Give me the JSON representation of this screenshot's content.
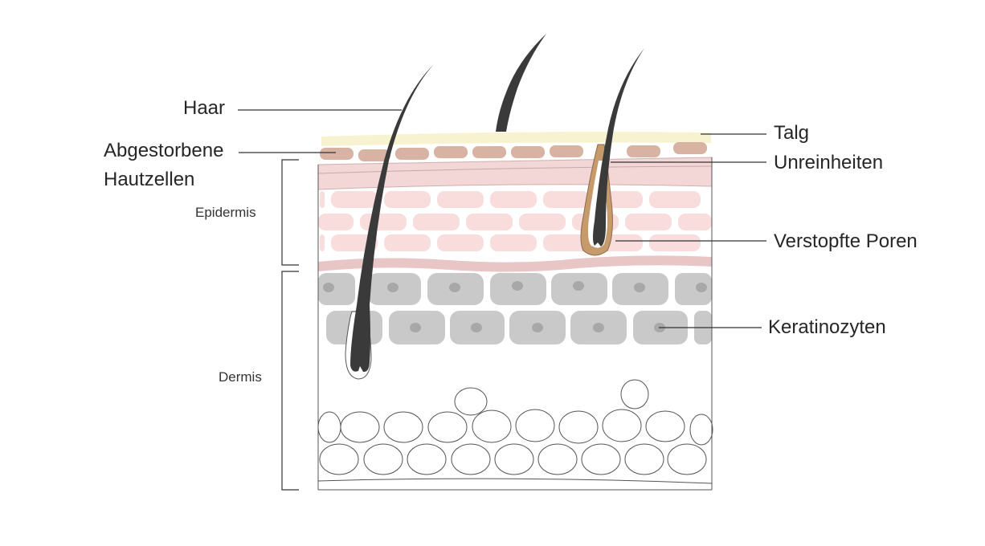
{
  "labels": {
    "hair": "Haar",
    "dead_cells_line1": "Abgestorbene",
    "dead_cells_line2": "Hautzellen",
    "epidermis": "Epidermis",
    "dermis": "Dermis",
    "sebum": "Talg",
    "impurities": "Unreinheiten",
    "clogged_pores": "Verstopfte Poren",
    "keratinocytes": "Keratinozyten"
  },
  "colors": {
    "hair": "#3a3a3a",
    "sebum": "#f7f3d0",
    "dead_cell": "#d8b3a3",
    "epidermis_band": "#f3d6d6",
    "epidermis_cell": "#f9dcdc",
    "basal_band": "#e8c6c6",
    "keratinocyte": "#c9c9c9",
    "nucleus": "#a8a8a8",
    "clogged_pore": "#c79a6c",
    "outline": "#4a4a4a"
  }
}
